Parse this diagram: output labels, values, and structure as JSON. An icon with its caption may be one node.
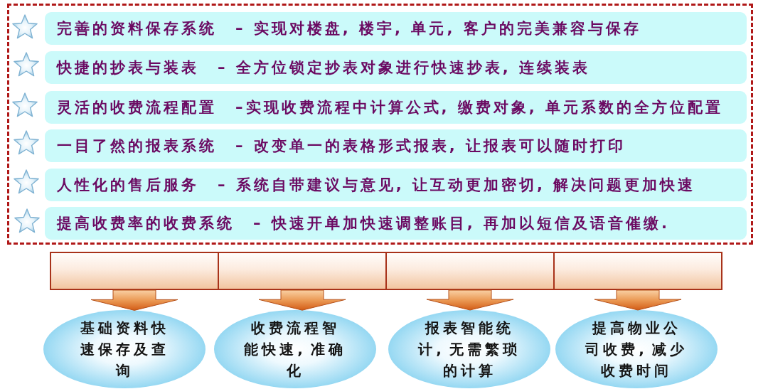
{
  "diagram": {
    "nodes": [
      {
        "text": [],
        "shape": "box"
      },
      {
        "text": [
          "完善的资料保存系统",
          "– 实现对楼盘, 楼宇, 单元, 客户的完美兼容与保存"
        ],
        "in": 0
      },
      {
        "text": [
          "快捷的抄表与装表",
          "– 全方位锁定抄表对象进行快速抄表, 连续装表"
        ],
        "in": 0
      },
      {
        "text": [
          "灵活的收费流程配置",
          "–实现收费流程中计算公式, 缴费对象, 单元系数的全方位配置"
        ],
        "in": 0
      },
      {
        "text": [
          "一目了然的报表系统",
          "– 改变单一的表格形式报表, 让报表可以随时打印"
        ],
        "in": 0
      },
      {
        "text": [
          "人性化的售后服务",
          "– 系统自带建议与意见, 让互动更加密切, 解决问题更加快速"
        ],
        "in": 0
      },
      {
        "text": [
          "提高收费率的收费系统",
          "– 快速开单加快速调整账目, 再加以短信及语音催缴."
        ],
        "in": 0
      },
      {
        "text": [],
        "shape": "box"
      },
      {
        "text": [],
        "shape": "box"
      },
      {
        "text": [],
        "shape": "box"
      },
      {
        "text": [],
        "shape": "box"
      },
      {
        "text": [
          "基础资料快速保存及查询"
        ]
      },
      {
        "text": [
          "收费流程智能快速, 准确化"
        ]
      },
      {
        "text": [
          "报表智能统计, 无需繁琐的计算"
        ]
      },
      {
        "text": [
          "提高物业公司收费, 减少收费时间"
        ]
      }
    ],
    "edges": [
      {
        "from": 7,
        "to": 11,
        "arrow": "to"
      },
      {
        "from": 8,
        "to": 12,
        "arrow": "to"
      },
      {
        "from": 9,
        "to": 13,
        "arrow": "to"
      },
      {
        "from": 10,
        "to": 14,
        "arrow": "to"
      }
    ]
  }
}
